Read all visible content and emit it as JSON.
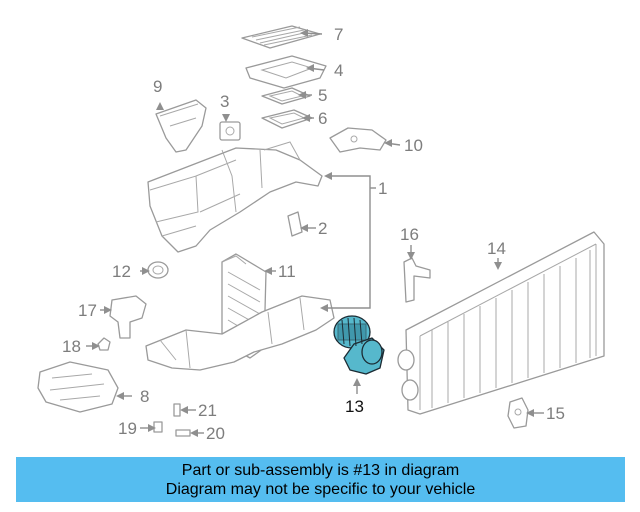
{
  "callouts": [
    {
      "id": "1",
      "highlighted": false
    },
    {
      "id": "2",
      "highlighted": false
    },
    {
      "id": "3",
      "highlighted": false
    },
    {
      "id": "4",
      "highlighted": false
    },
    {
      "id": "5",
      "highlighted": false
    },
    {
      "id": "6",
      "highlighted": false
    },
    {
      "id": "7",
      "highlighted": false
    },
    {
      "id": "8",
      "highlighted": false
    },
    {
      "id": "9",
      "highlighted": false
    },
    {
      "id": "10",
      "highlighted": false
    },
    {
      "id": "11",
      "highlighted": false
    },
    {
      "id": "12",
      "highlighted": false
    },
    {
      "id": "13",
      "highlighted": true
    },
    {
      "id": "14",
      "highlighted": false
    },
    {
      "id": "15",
      "highlighted": false
    },
    {
      "id": "16",
      "highlighted": false
    },
    {
      "id": "17",
      "highlighted": false
    },
    {
      "id": "18",
      "highlighted": false
    },
    {
      "id": "19",
      "highlighted": false
    },
    {
      "id": "20",
      "highlighted": false
    },
    {
      "id": "21",
      "highlighted": false
    }
  ],
  "highlight_color": "#56b8cc",
  "banner": {
    "line1": "Part or sub-assembly is #13 in diagram",
    "line2": "Diagram may not be specific to your vehicle",
    "background": "#55bdf0"
  }
}
